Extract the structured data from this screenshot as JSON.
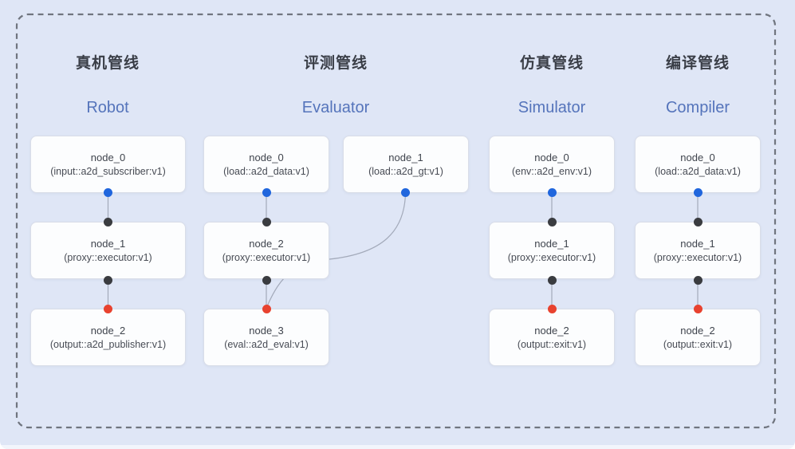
{
  "diagram": {
    "frame_style": "dashed-rounded",
    "colors": {
      "canvas_bg": "#dfe6f6",
      "frame_dash": "#70757f",
      "node_bg": "#fcfdfe",
      "node_border": "#d9dde8",
      "edge_line": "#a3aaba",
      "title_text": "#3a3e47",
      "subtitle_text": "#5574bb",
      "blue_port": "#2066dd",
      "black_port": "#3a3c40",
      "red_port": "#e8422f"
    },
    "pipelines": [
      {
        "title": "真机管线",
        "subtitle": "Robot",
        "nodes": [
          {
            "name": "node_0",
            "type": "(input::a2d_subscriber:v1)"
          },
          {
            "name": "node_1",
            "type": "(proxy::executor:v1)"
          },
          {
            "name": "node_2",
            "type": "(output::a2d_publisher:v1)"
          }
        ]
      },
      {
        "title": "评测管线",
        "subtitle": "Evaluator",
        "nodes": [
          {
            "name": "node_0",
            "type": "(load::a2d_data:v1)"
          },
          {
            "name": "node_1",
            "type": "(load::a2d_gt:v1)"
          },
          {
            "name": "node_2",
            "type": "(proxy::executor:v1)"
          },
          {
            "name": "node_3",
            "type": "(eval::a2d_eval:v1)"
          }
        ]
      },
      {
        "title": "仿真管线",
        "subtitle": "Simulator",
        "nodes": [
          {
            "name": "node_0",
            "type": "(env::a2d_env:v1)"
          },
          {
            "name": "node_1",
            "type": "(proxy::executor:v1)"
          },
          {
            "name": "node_2",
            "type": "(output::exit:v1)"
          }
        ]
      },
      {
        "title": "编译管线",
        "subtitle": "Compiler",
        "nodes": [
          {
            "name": "node_0",
            "type": "(load::a2d_data:v1)"
          },
          {
            "name": "node_1",
            "type": "(proxy::executor:v1)"
          },
          {
            "name": "node_2",
            "type": "(output::exit:v1)"
          }
        ]
      }
    ]
  }
}
